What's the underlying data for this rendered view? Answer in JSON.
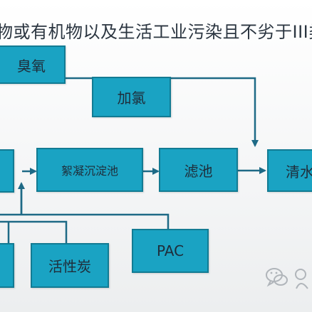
{
  "header": {
    "title": "物或有机物以及生活工业污染且不劣于III类"
  },
  "nodes": {
    "ozone": "臭氧",
    "chlorination": "加氯",
    "left_stub": "",
    "coag_sediment": "絮凝沉淀池",
    "filter": "滤池",
    "clear_water": "清水",
    "pac": "PAC",
    "activated_carbon": "活性炭",
    "bottom_left_stub": ""
  },
  "colors": {
    "box_fill": "#1aa3c3",
    "box_border": "#127b93",
    "connector": "#1e6a86"
  },
  "icons": {
    "watermark": "wechat-icon"
  }
}
